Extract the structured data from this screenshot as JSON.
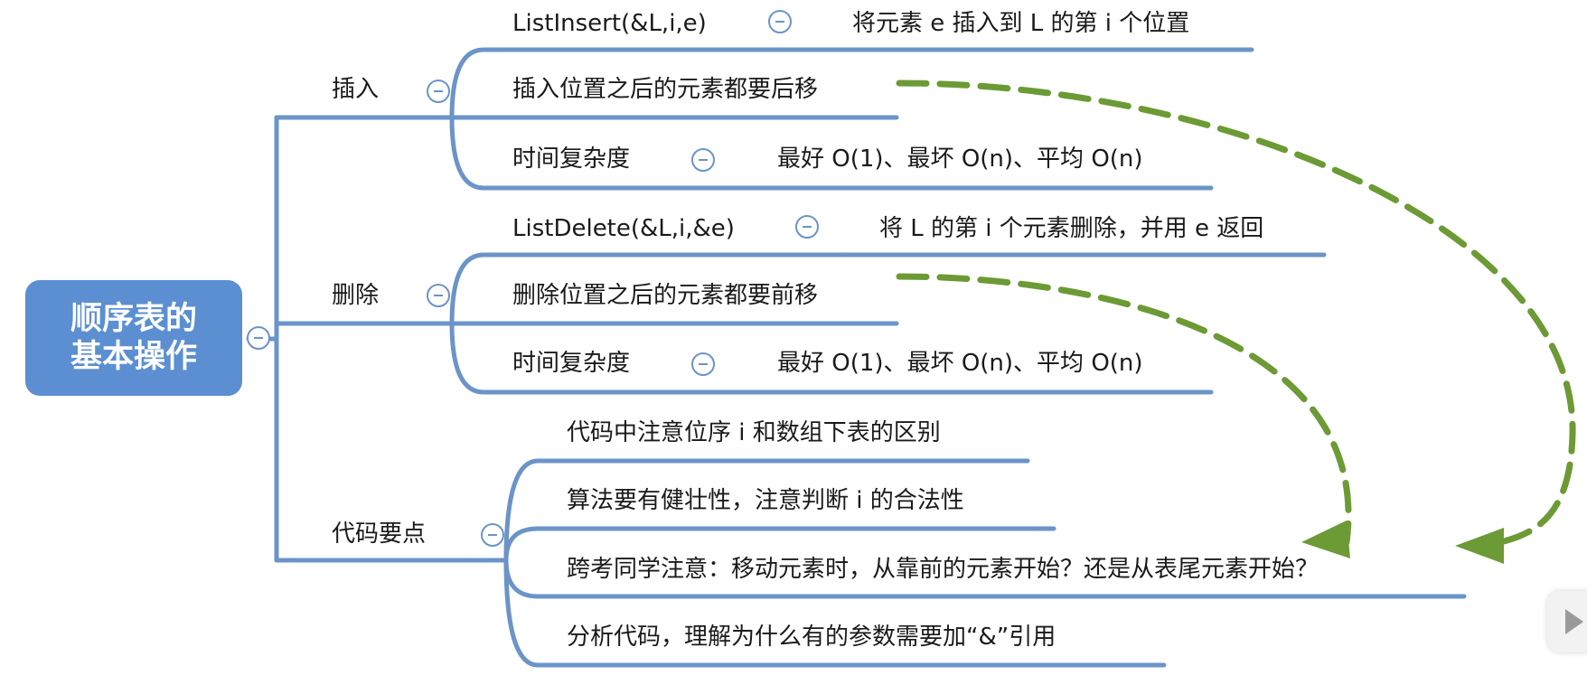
{
  "root": {
    "title_line1": "顺序表的",
    "title_line2": "基本操作"
  },
  "branches": {
    "insert": {
      "label": "插入",
      "func": "ListInsert(&L,i,e)",
      "func_desc": "将元素 e 插入到 L 的第 i 个位置",
      "shift": "插入位置之后的元素都要后移",
      "complexity_label": "时间复杂度",
      "complexity_value": "最好 O(1)、最坏 O(n)、平均 O(n)"
    },
    "delete": {
      "label": "删除",
      "func": "ListDelete(&L,i,&e)",
      "func_desc": "将 L 的第 i 个元素删除，并用 e 返回",
      "shift": "删除位置之后的元素都要前移",
      "complexity_label": "时间复杂度",
      "complexity_value": "最好 O(1)、最坏 O(n)、平均 O(n)"
    },
    "code": {
      "label": "代码要点",
      "points": [
        "代码中注意位序 i 和数组下表的区别",
        "算法要有健壮性，注意判断 i 的合法性",
        "跨考同学注意：移动元素时，从靠前的元素开始？还是从表尾元素开始？",
        "分析代码，理解为什么有的参数需要加“&”引用"
      ]
    }
  },
  "colors": {
    "node": "#5b8fd1",
    "line": "#6b94c8",
    "arrow": "#6c9a35"
  },
  "icons": {
    "collapse": "minus-circle-icon",
    "play": "play-icon"
  }
}
